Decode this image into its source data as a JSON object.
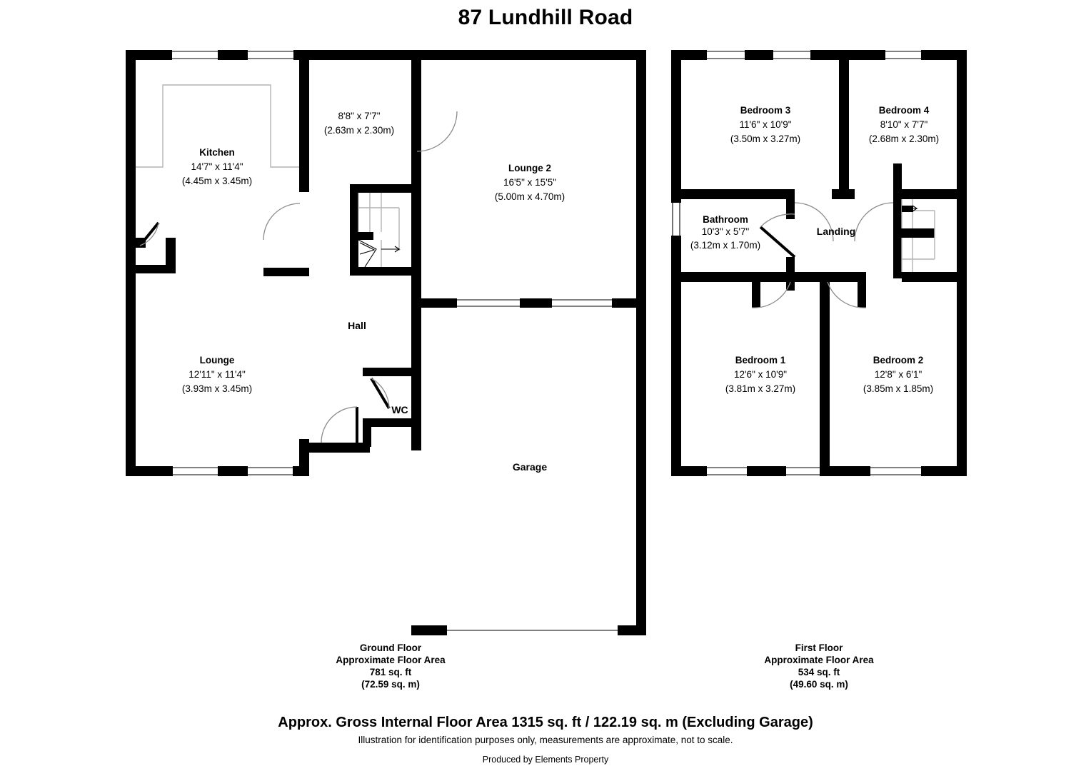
{
  "title": "87 Lundhill Road",
  "ground_floor": {
    "rooms": [
      {
        "id": "kitchen",
        "name": "Kitchen",
        "dim_imperial": "14'7\" x 11'4\"",
        "dim_metric": "(4.45m x 3.45m)"
      },
      {
        "id": "lounge",
        "name": "Lounge",
        "dim_imperial": "12'11\" x 11'4\"",
        "dim_metric": "(3.93m x 3.45m)"
      },
      {
        "id": "lounge2",
        "name": "Lounge 2",
        "dim_imperial": "16'5\" x 15'5\"",
        "dim_metric": "(5.00m x 4.70m)"
      },
      {
        "id": "utility",
        "name": "",
        "dim_imperial": "8'8\" x 7'7\"",
        "dim_metric": "(2.63m x 2.30m)"
      },
      {
        "id": "hall",
        "name": "Hall",
        "dim_imperial": "",
        "dim_metric": ""
      },
      {
        "id": "wc",
        "name": "WC",
        "dim_imperial": "",
        "dim_metric": ""
      },
      {
        "id": "garage",
        "name": "Garage",
        "dim_imperial": "",
        "dim_metric": ""
      }
    ],
    "caption": {
      "floor_label": "Ground Floor",
      "area_label": "Approximate Floor Area",
      "area_sqft": "781 sq. ft",
      "area_sqm": "(72.59 sq. m)"
    }
  },
  "first_floor": {
    "rooms": [
      {
        "id": "bedroom3",
        "name": "Bedroom 3",
        "dim_imperial": "11'6\" x 10'9\"",
        "dim_metric": "(3.50m x 3.27m)"
      },
      {
        "id": "bedroom4",
        "name": "Bedroom 4",
        "dim_imperial": "8'10\" x 7'7\"",
        "dim_metric": "(2.68m x 2.30m)"
      },
      {
        "id": "bedroom1",
        "name": "Bedroom 1",
        "dim_imperial": "12'6\" x 10'9\"",
        "dim_metric": "(3.81m x 3.27m)"
      },
      {
        "id": "bedroom2",
        "name": "Bedroom 2",
        "dim_imperial": "12'8\" x 6'1\"",
        "dim_metric": "(3.85m x 1.85m)"
      },
      {
        "id": "bathroom",
        "name": "Bathroom",
        "dim_imperial": "10'3\" x 5'7\"",
        "dim_metric": "(3.12m x 1.70m)"
      },
      {
        "id": "landing",
        "name": "Landing",
        "dim_imperial": "",
        "dim_metric": ""
      }
    ],
    "caption": {
      "floor_label": "First Floor",
      "area_label": "Approximate Floor Area",
      "area_sqft": "534 sq. ft",
      "area_sqm": "(49.60 sq. m)"
    }
  },
  "footer": {
    "gross_area": "Approx. Gross Internal Floor Area 1315 sq. ft / 122.19 sq. m (Excluding Garage)",
    "disclaimer": "Illustration for identification purposes only, measurements are approximate, not to scale.",
    "producer": "Produced by Elements Property"
  },
  "colors": {
    "wall": "#000000",
    "background": "#ffffff",
    "fixture_line": "#b4b4b4",
    "door_swing": "#8c8c8c"
  }
}
